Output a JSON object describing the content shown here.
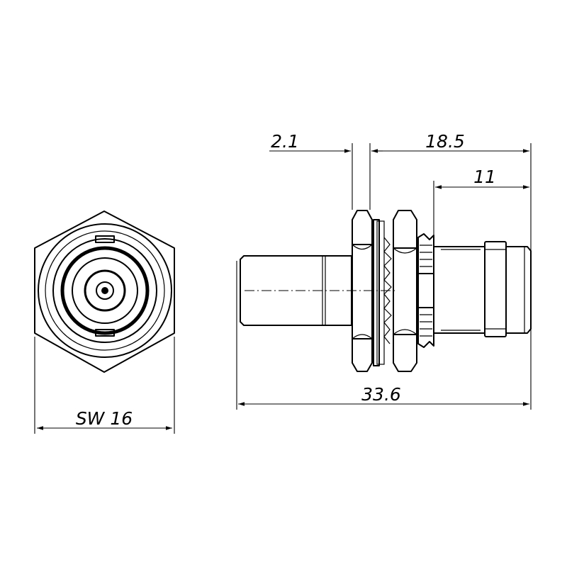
{
  "dimensions": {
    "flange": "2.1",
    "body": "18.5",
    "rear": "11",
    "overall": "33.6",
    "wrench": "SW 16"
  }
}
